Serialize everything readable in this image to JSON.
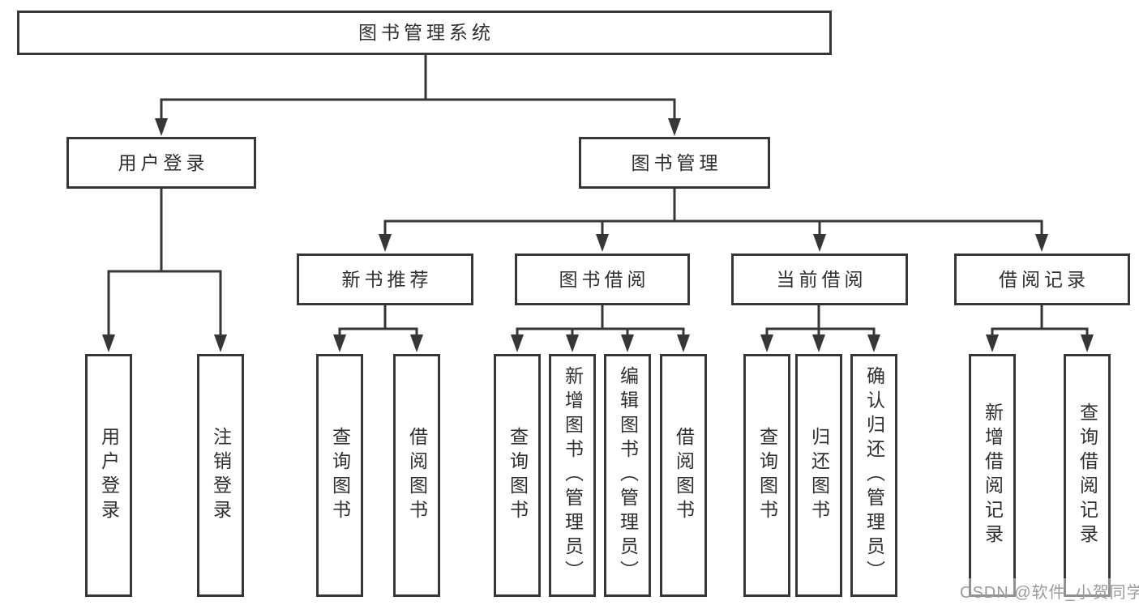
{
  "diagram_title": "图书管理系统",
  "colors": {
    "background": "#ffffff",
    "line": "#363636",
    "box_border": "#363636",
    "text": "#2f2f2f",
    "watermark": "#9b9b9b"
  },
  "nodes": {
    "root": "图书管理系统",
    "user_login": "用户登录",
    "book_mgmt": "图书管理",
    "new_book_rec": "新书推荐",
    "book_borrow": "图书借阅",
    "current_borrow": "当前借阅",
    "borrow_records": "借阅记录",
    "leaf_login": "用户登录",
    "leaf_logout": "注销登录",
    "rec_query_book": "查询图书",
    "rec_borrow_book": "借阅图书",
    "bor_query_book": "查询图书",
    "bor_add_book": "新增图书（管理员）",
    "bor_edit_book": "编辑图书（管理员）",
    "bor_borrow_book": "借阅图书",
    "cur_query_book": "查询图书",
    "cur_return_book": "归还图书",
    "cur_confirm_return": "确认归还（管理员）",
    "log_add_record": "新增借阅记录",
    "log_query_record": "查询借阅记录"
  },
  "watermark": "CSDN @软件_小贺同学"
}
